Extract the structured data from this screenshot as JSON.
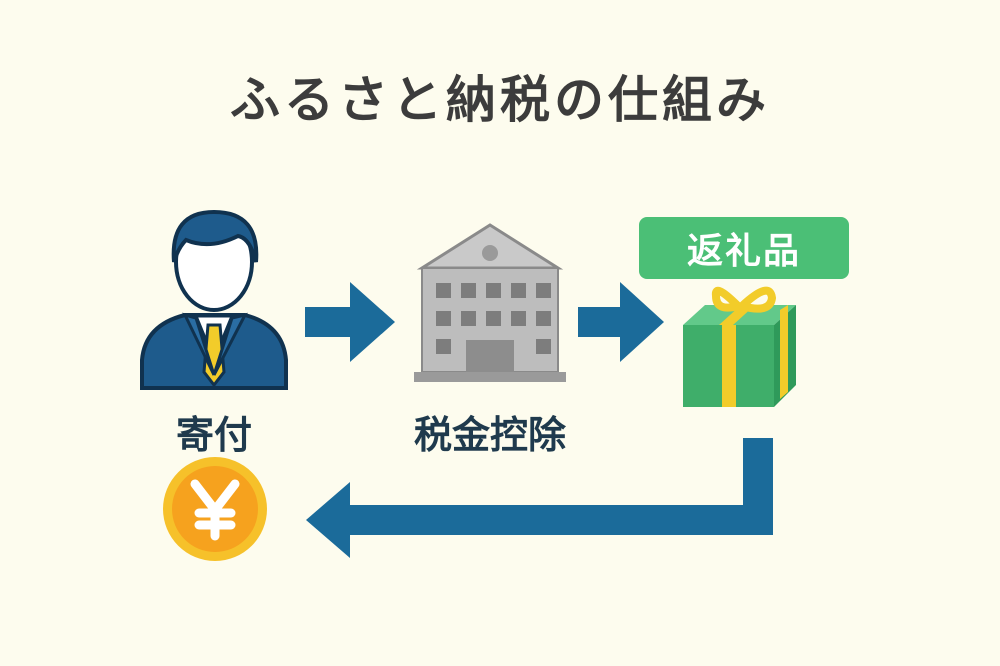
{
  "title": "ふるさと納税の仕組み",
  "nodes": {
    "donation": "寄付",
    "tax_deduction": "税金控除",
    "return_gift": "返礼品"
  },
  "icons": [
    "person-icon",
    "arrow-right-icon",
    "city-hall-icon",
    "gift-box-icon",
    "yen-coin-icon",
    "return-arrow-icon"
  ],
  "colors": {
    "background": "#fdfcee",
    "arrow": "#1b6b9a",
    "badge": "#4bbf76",
    "coin": "#f6a21e",
    "gift": "#3fae6a",
    "ribbon": "#f2cc2a"
  }
}
